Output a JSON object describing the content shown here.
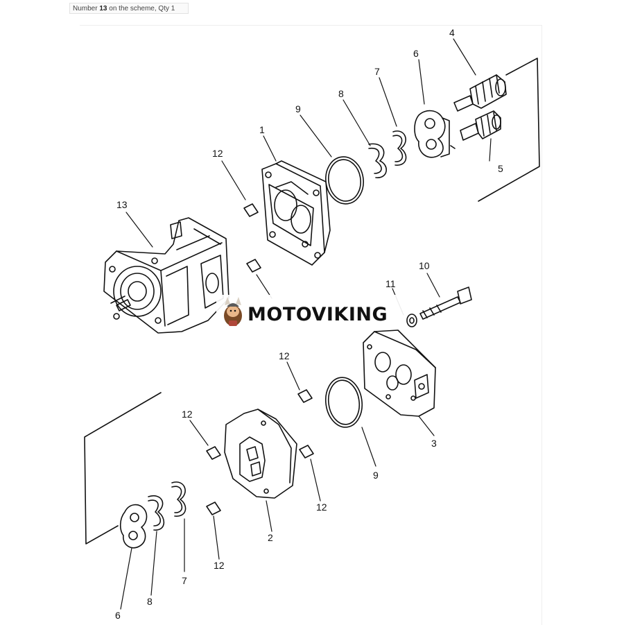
{
  "caption": {
    "prefix": "Number ",
    "number": "13",
    "suffix": " on the scheme, Qty 1"
  },
  "watermark": {
    "text": "MOTOVIKING"
  },
  "callouts": {
    "c1": "1",
    "c2": "2",
    "c3": "3",
    "c4": "4",
    "c5": "5",
    "c6a": "6",
    "c6b": "6",
    "c7a": "7",
    "c7b": "7",
    "c8a": "8",
    "c8b": "8",
    "c9a": "9",
    "c9b": "9",
    "c10": "10",
    "c11": "11",
    "c12a": "12",
    "c12b": "12",
    "c12c": "12",
    "c12d": "12",
    "c12e": "12",
    "c13": "13"
  }
}
